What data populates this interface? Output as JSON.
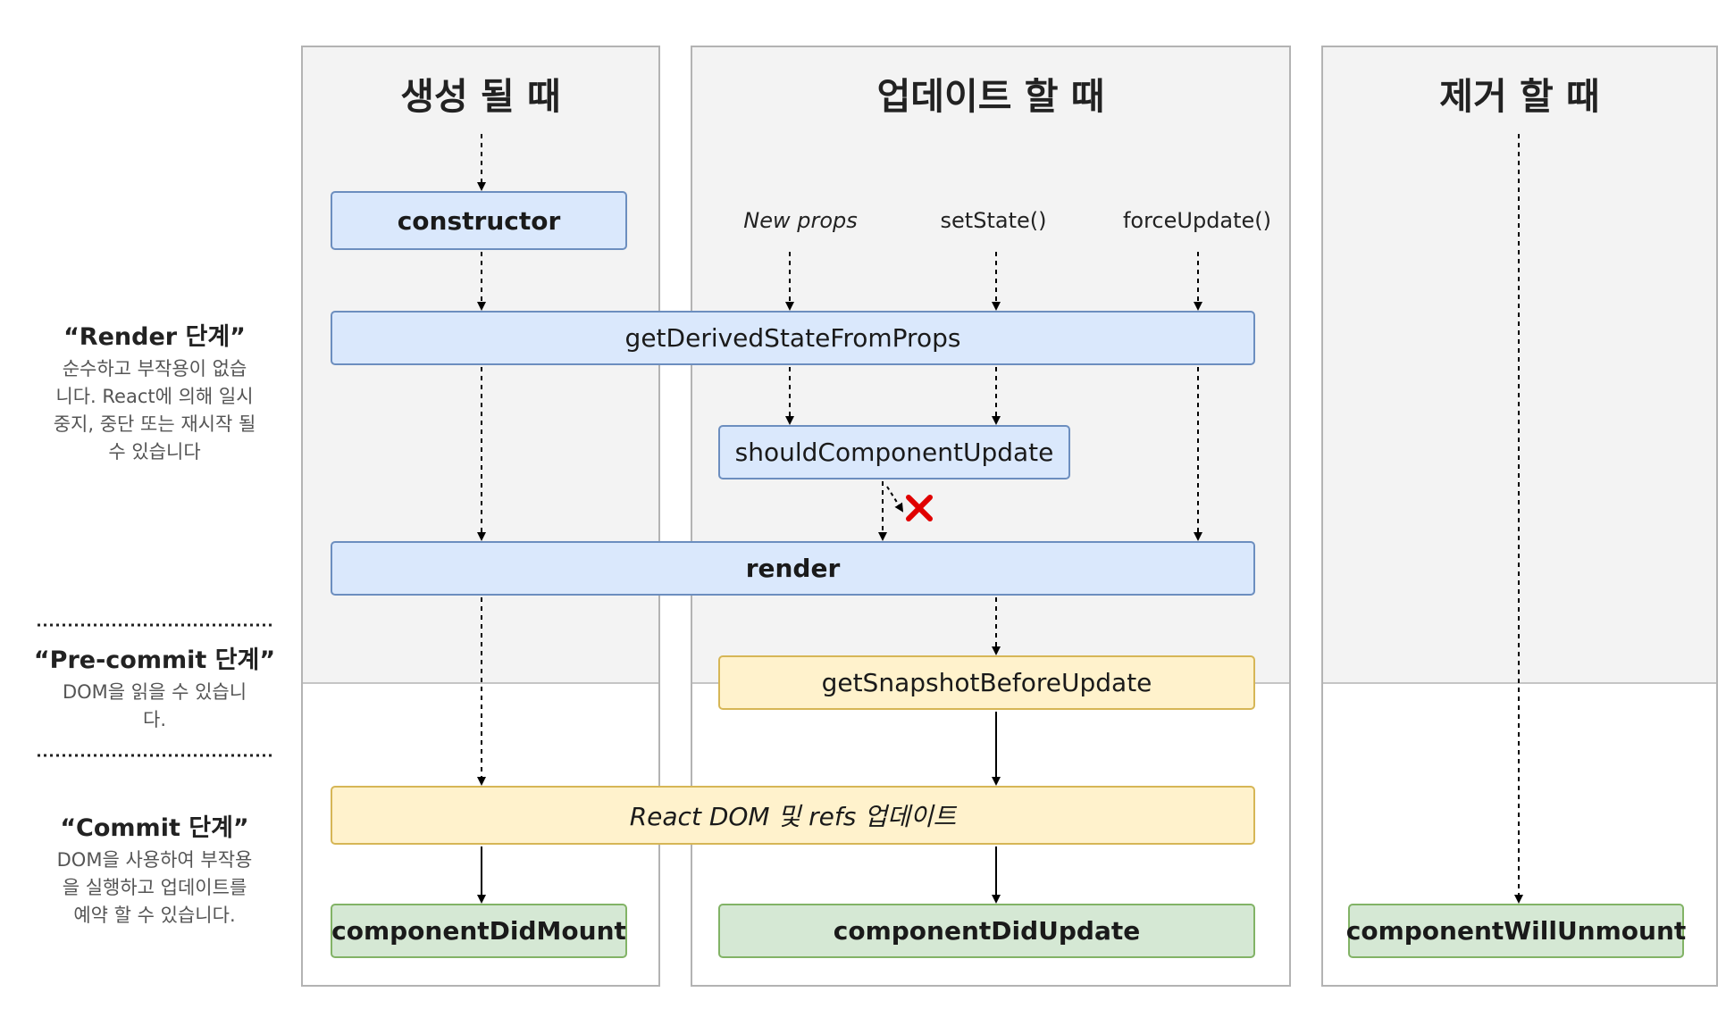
{
  "columns": {
    "mount": "생성 될 때",
    "update": "업데이트 할 때",
    "unmount": "제거 할 때"
  },
  "triggers": {
    "new_props": "New props",
    "set_state": "setState()",
    "force_update": "forceUpdate()"
  },
  "methods": {
    "constructor": "constructor",
    "get_derived_state": "getDerivedStateFromProps",
    "should_update": "shouldComponentUpdate",
    "render": "render",
    "get_snapshot": "getSnapshotBeforeUpdate",
    "react_dom": "React DOM 및 refs 업데이트",
    "did_mount": "componentDidMount",
    "did_update": "componentDidUpdate",
    "will_unmount": "componentWillUnmount"
  },
  "phases": {
    "render": {
      "title": "“Render 단계”",
      "desc": [
        "순수하고 부작용이 없습",
        "니다. React에 의해 일시",
        "중지, 중단 또는 재시작 될",
        "수 있습니다"
      ]
    },
    "precommit": {
      "title": "“Pre-commit 단계”",
      "desc": [
        "DOM을 읽을 수 있습니",
        "다."
      ]
    },
    "commit": {
      "title": "“Commit 단계”",
      "desc": [
        "DOM을 사용하여 부작용",
        "을 실행하고 업데이트를",
        "예약 할 수 있습니다."
      ]
    }
  },
  "colors": {
    "panel_bg": "#f3f3f3",
    "panel_border": "#b3b3b3",
    "blue_fill": "#dae8fc",
    "blue_stroke": "#6c8ebf",
    "yellow_fill": "#fff2cc",
    "yellow_stroke": "#d6b656",
    "green_fill": "#d5e8d4",
    "green_stroke": "#82b366",
    "cancel_x": "#e00000"
  }
}
